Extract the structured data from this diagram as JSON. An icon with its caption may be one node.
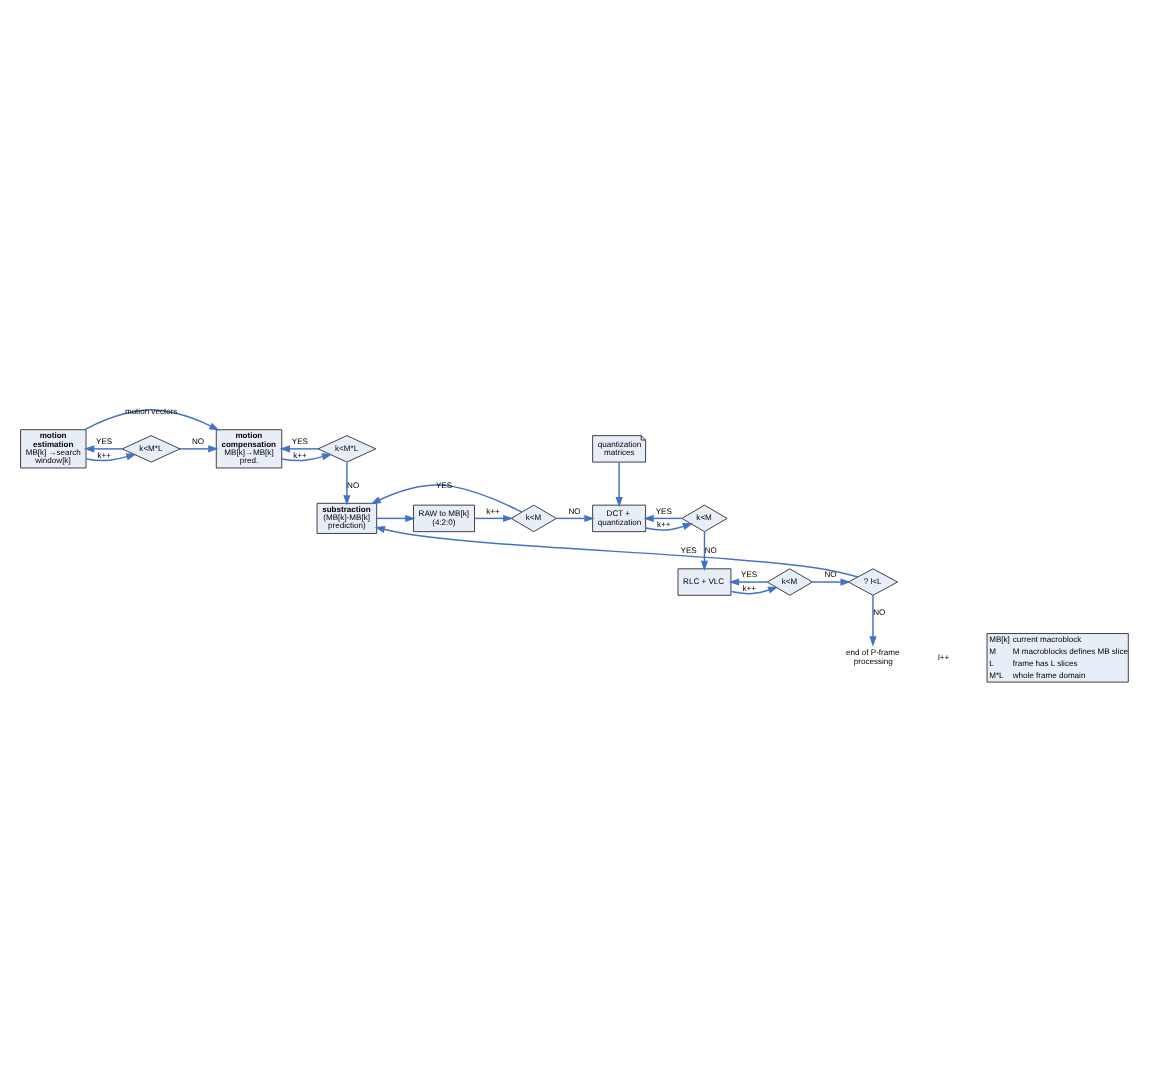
{
  "diagram": {
    "nodes": [
      {
        "text": [
          "motion estimation",
          "MB[k] →search window[k]"
        ]
      },
      {
        "text": [
          "k<M*L"
        ]
      },
      {
        "text": [
          "motion compensation",
          "MB[k]→MB[k] pred."
        ]
      },
      {
        "text": [
          "k<M*L"
        ]
      },
      {
        "text": [
          "substraction",
          "(MB[k]-MB[k] prediction)"
        ]
      },
      {
        "text": [
          "RAW to MB[k] (4:2:0)"
        ]
      },
      {
        "text": [
          "k<M"
        ]
      },
      {
        "text": [
          "DCT + quantization"
        ]
      },
      {
        "text": [
          "quantization matrices"
        ]
      },
      {
        "text": [
          "k<M"
        ]
      },
      {
        "text": [
          "RLC + VLC"
        ]
      },
      {
        "text": [
          "k<M"
        ]
      },
      {
        "text": [
          "? l<L"
        ]
      },
      {
        "text": [
          "end of P-frame processing"
        ]
      }
    ],
    "edges": [
      {
        "from": 0,
        "to": 1,
        "arrow": "to",
        "label": "k++"
      },
      {
        "from": 1,
        "to": 2,
        "arrow": "to",
        "label": "NO"
      },
      {
        "from": 1,
        "to": 0,
        "arrow": "to",
        "label": "YES"
      },
      {
        "from": 0,
        "to": 2,
        "arrow": "to",
        "label": "motion vectors"
      },
      {
        "from": 2,
        "to": 3,
        "arrow": "to",
        "label": "k++"
      },
      {
        "from": 3,
        "to": 4,
        "arrow": "to",
        "label": "NO"
      },
      {
        "from": 3,
        "to": 2,
        "arrow": "to",
        "label": "YES"
      },
      {
        "from": 4,
        "to": 5,
        "arrow": "to"
      },
      {
        "from": 5,
        "to": 6,
        "arrow": "to",
        "label": "k++"
      },
      {
        "from": 6,
        "to": 7,
        "arrow": "to",
        "label": "NO"
      },
      {
        "from": 6,
        "to": 4,
        "arrow": "to",
        "label": "YES"
      },
      {
        "from": 8,
        "to": 7,
        "arrow": "to"
      },
      {
        "from": 7,
        "to": 9,
        "arrow": "to",
        "label": "k++"
      },
      {
        "from": 9,
        "to": 10,
        "arrow": "to",
        "label": "NO"
      },
      {
        "from": 9,
        "to": 7,
        "arrow": "to",
        "label": "YES"
      },
      {
        "from": 10,
        "to": 11,
        "arrow": "to",
        "label": "k++"
      },
      {
        "from": 11,
        "to": 12,
        "arrow": "to",
        "label": "NO"
      },
      {
        "from": 11,
        "to": 10,
        "arrow": "to",
        "label": "YES"
      },
      {
        "from": 12,
        "to": 4,
        "arrow": "to",
        "label": "YES"
      },
      {
        "from": 12,
        "to": 13,
        "arrow": "to",
        "label": "NO"
      }
    ],
    "labels": [
      "l++",
      "MB[k]",
      "current macroblock",
      "M",
      "M macroblocks defines MB slice",
      "L",
      "frame has L slices",
      "M*L",
      "whole frame domain"
    ]
  }
}
